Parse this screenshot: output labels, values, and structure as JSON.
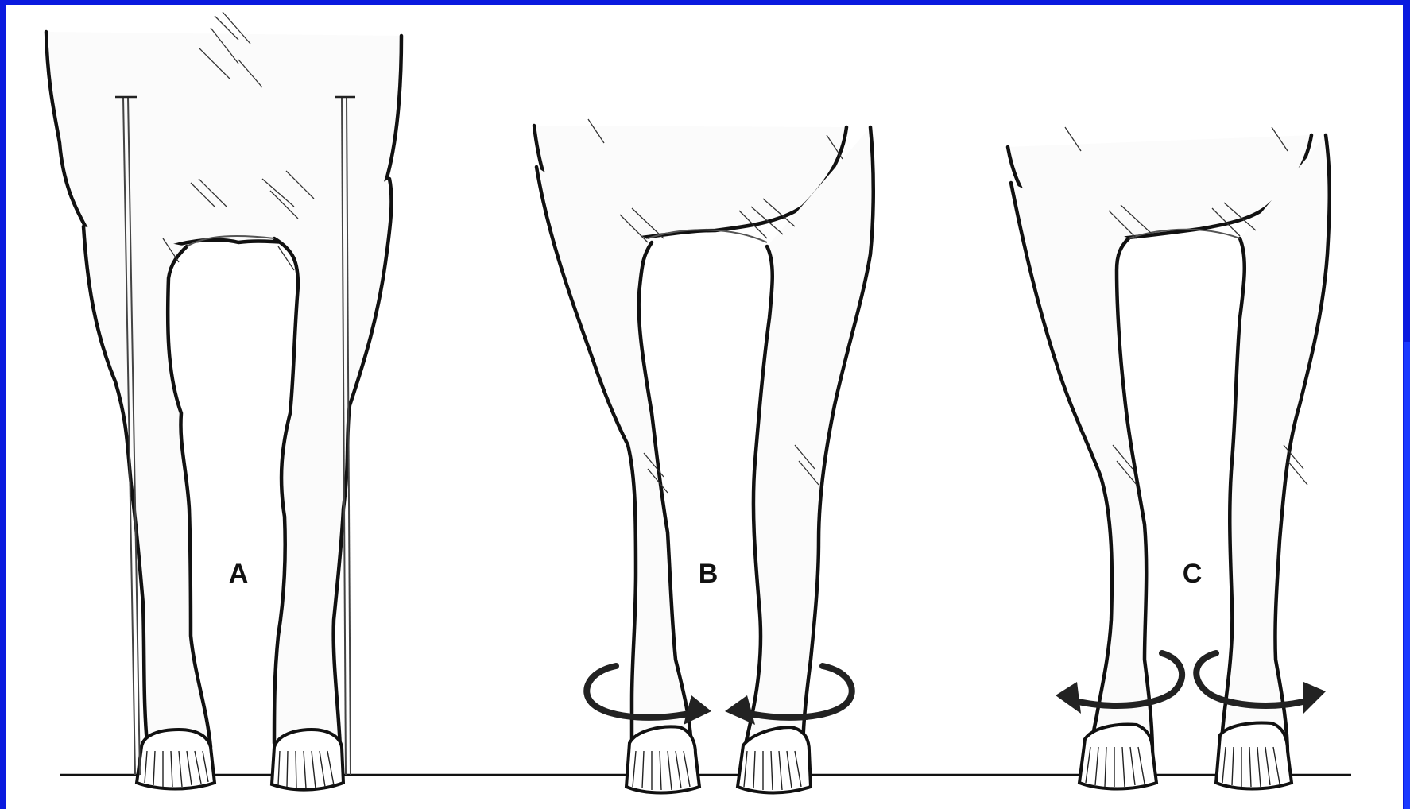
{
  "labels": {
    "a": "A",
    "b": "B",
    "c": "C"
  },
  "colors": {
    "frame": "#0a1adf",
    "background": "#ffffff",
    "ink": "#111111"
  }
}
